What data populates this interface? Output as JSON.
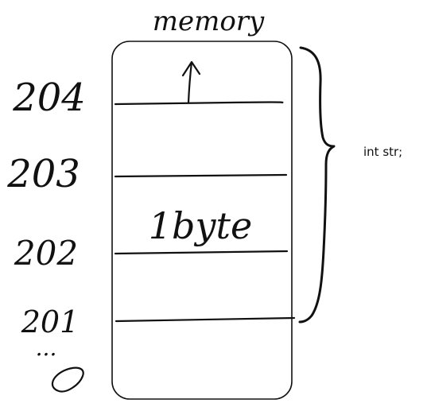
{
  "diagram": {
    "title": "memory",
    "addresses": [
      "204",
      "203",
      "202",
      "201"
    ],
    "cell_label": "1byte",
    "brace_label": "int str;",
    "ellipsis": "...",
    "colors": {
      "ink": "#111111",
      "background": "#ffffff"
    }
  }
}
